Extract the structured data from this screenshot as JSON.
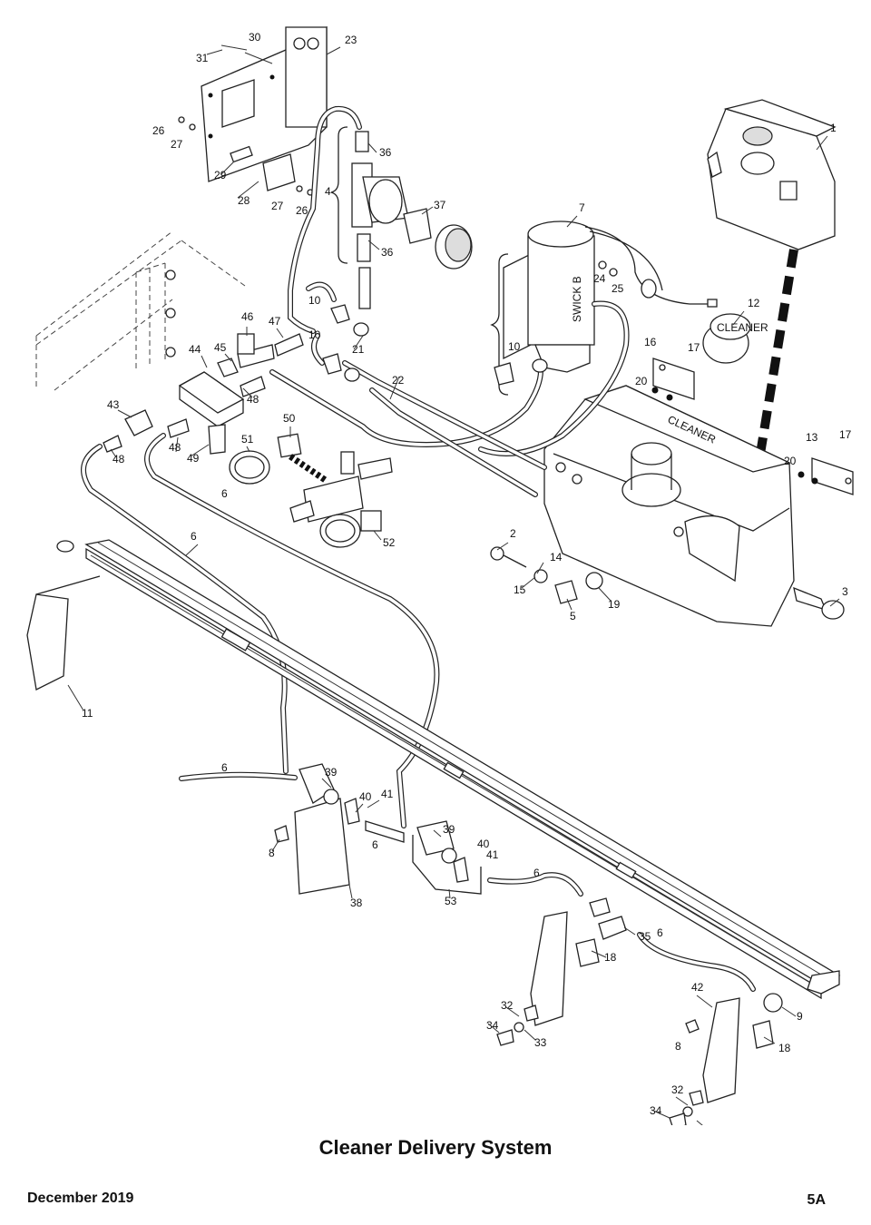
{
  "title": "Cleaner Delivery System",
  "footer": {
    "date": "December 2019",
    "page": "5A"
  },
  "tank_logo_text": "CLEANER",
  "pump_brand_text": "SWICK B",
  "callouts": [
    "1",
    "2",
    "3",
    "4",
    "5",
    "6",
    "7",
    "8",
    "9",
    "10",
    "11",
    "12",
    "13",
    "14",
    "15",
    "16",
    "17",
    "18",
    "19",
    "20",
    "21",
    "22",
    "23",
    "24",
    "25",
    "26",
    "27",
    "28",
    "29",
    "30",
    "31",
    "32",
    "33",
    "34",
    "35",
    "36",
    "37",
    "38",
    "39",
    "40",
    "41",
    "42",
    "43",
    "44",
    "45",
    "46",
    "47",
    "48",
    "49",
    "50",
    "51",
    "52",
    "53"
  ]
}
